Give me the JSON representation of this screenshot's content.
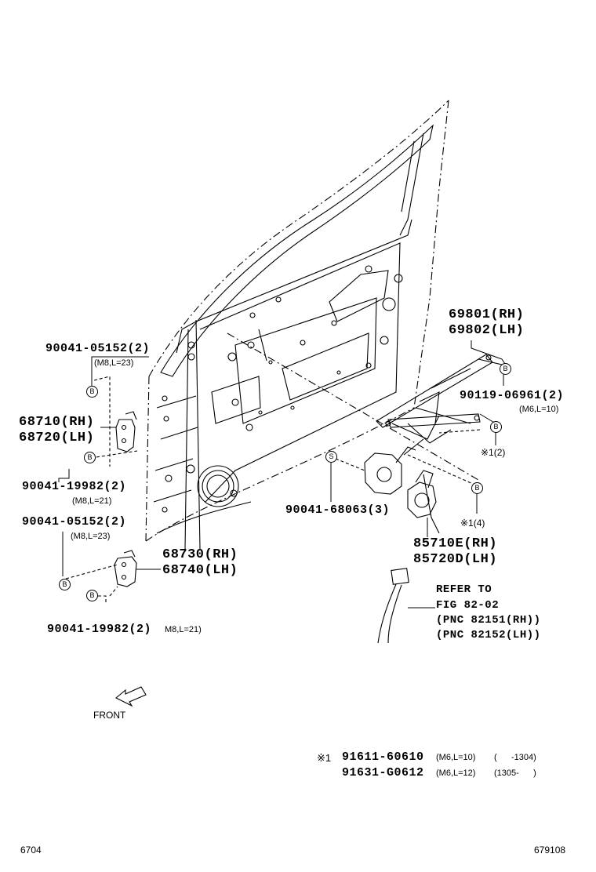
{
  "callouts": {
    "regulator_rh": "69801(RH)",
    "regulator_lh": "69802(LH)",
    "bolt_90119": "90119-06961(2)",
    "bolt_90119_spec": "(M6,L=10)",
    "note_mark_1_2": "※1(2)",
    "bolt_05152_top": "90041-05152(2)",
    "bolt_05152_top_spec": "(M8,L=23)",
    "hinge_upper_rh": "68710(RH)",
    "hinge_upper_lh": "68720(LH)",
    "bolt_19982_mid": "90041-19982(2)",
    "bolt_19982_mid_spec": "(M8,L=21)",
    "bolt_05152_low": "90041-05152(2)",
    "bolt_05152_low_spec": "(M8,L=23)",
    "hinge_lower_rh": "68730(RH)",
    "hinge_lower_lh": "68740(LH)",
    "bolt_19982_bottom": "90041-19982(2)",
    "bolt_19982_bottom_spec": "M8,L=21)",
    "screw_68063": "90041-68063(3)",
    "note_mark_1_4": "※1(4)",
    "motor_rh": "85710E(RH)",
    "motor_lh": "85720D(LH)"
  },
  "refer": {
    "line1": "REFER TO",
    "line2": "FIG 82-02",
    "line3": "(PNC 82151(RH))",
    "line4": "(PNC 82152(LH))"
  },
  "front_label": "FRONT",
  "note": {
    "mark": "※1",
    "row1_part": "91611-60610",
    "row1_spec": "(M6,L=10)",
    "row1_range": "(      -1304)",
    "row2_part": "91631-G0612",
    "row2_spec": "(M6,L=12)",
    "row2_range": "(1305-      )"
  },
  "footer": {
    "left": "6704",
    "right": "679108"
  },
  "badges": {
    "b": "B",
    "s": "S"
  }
}
